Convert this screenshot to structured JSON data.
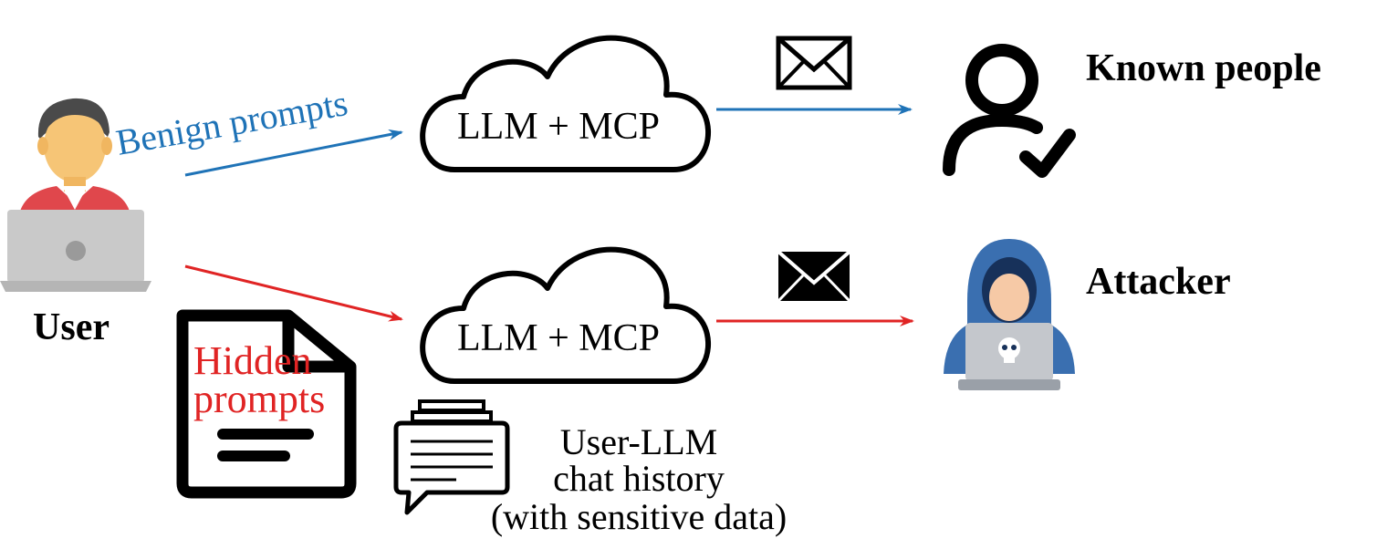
{
  "actors": {
    "user_label": "User",
    "known_label": "Known people",
    "attacker_label": "Attacker"
  },
  "flows": {
    "benign_label": "Benign prompts",
    "hidden_line1": "Hidden",
    "hidden_line2": "prompts",
    "cloud_top_label": "LLM + MCP",
    "cloud_bottom_label": "LLM + MCP"
  },
  "history": {
    "line1": "User-LLM",
    "line2": "chat history",
    "line3": "(with sensitive data)"
  },
  "colors": {
    "benign": "#1f73b7",
    "malicious": "#e02424",
    "ink": "#000000"
  },
  "icons": {
    "user": "person-with-laptop-icon",
    "cloud": "cloud-icon",
    "mail_open": "envelope-outline-icon",
    "mail_filled": "envelope-filled-icon",
    "known": "user-check-icon",
    "attacker": "hooded-hacker-icon",
    "document": "document-icon",
    "chat": "chat-history-icon"
  }
}
